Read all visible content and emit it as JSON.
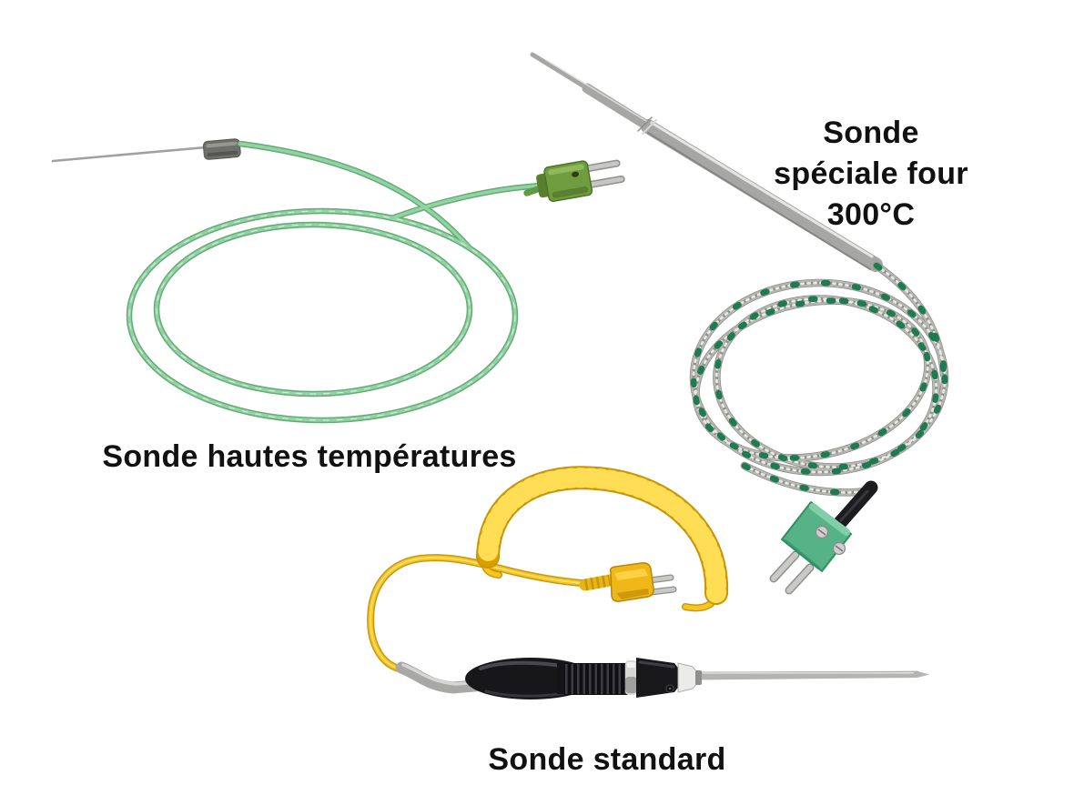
{
  "labels": {
    "high_temp": "Sonde hautes températures",
    "oven": "Sonde spéciale four\n300°C",
    "standard": "Sonde standard"
  },
  "colors": {
    "text": "#111111",
    "cable_green": "#93d2a2",
    "cable_green_dark": "#63ab77",
    "plug_olive": "#6f9c3f",
    "plug_mint": "#56b287",
    "cable_yellow": "#f3bd1b",
    "cable_yellow_dark": "#c8950a",
    "plug_yellow": "#efb717",
    "braid_gray": "#b6b6b2",
    "braid_fleck_green": "#1e7a50",
    "metal_gray": "#b4b4b2",
    "handle_black": "#17171a"
  }
}
